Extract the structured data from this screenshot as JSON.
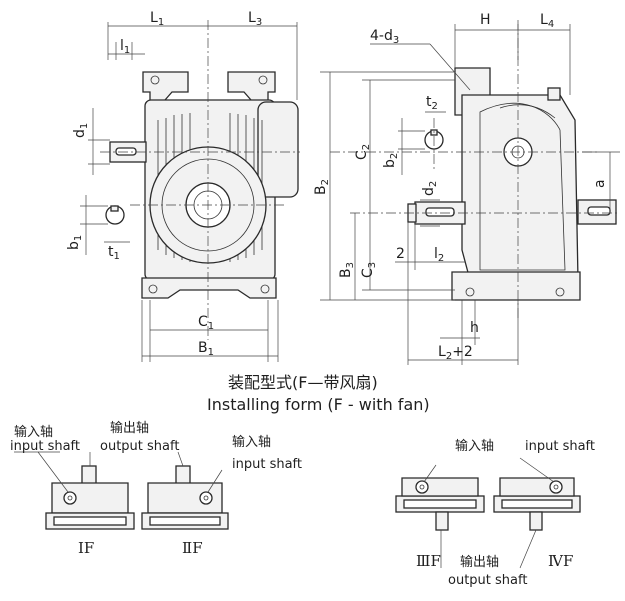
{
  "dimension_labels": {
    "L1": "L",
    "L1_sub": "1",
    "L3": "L",
    "L3_sub": "3",
    "l1": "l",
    "l1_sub": "1",
    "d1": "d",
    "d1_sub": "1",
    "b1": "b",
    "b1_sub": "1",
    "t1": "t",
    "t1_sub": "1",
    "C1": "C",
    "C1_sub": "1",
    "B1": "B",
    "B1_sub": "1",
    "B2": "B",
    "B2_sub": "2",
    "B3": "B",
    "B3_sub": "3",
    "C2": "C",
    "C2_sub": "2",
    "C3": "C",
    "C3_sub": "3",
    "b2": "b",
    "b2_sub": "2",
    "t2": "t",
    "t2_sub": "2",
    "d2": "d",
    "d2_sub": "2",
    "d3": "4-d",
    "d3_sub": "3",
    "H": "H",
    "L4": "L",
    "L4_sub": "4",
    "a": "a",
    "two": "2",
    "l2": "l",
    "l2_sub": "2",
    "h": "h",
    "L2p2": "L",
    "L2p2_sub": "2",
    "L2p2_suffix": "+2"
  },
  "caption": {
    "zh": "装配型式(F—带风扇)",
    "en": "Installing form  (F - with fan)"
  },
  "forms": [
    {
      "roman": "ⅠF"
    },
    {
      "roman": "ⅡF"
    },
    {
      "roman": "ⅢF"
    },
    {
      "roman": "ⅣF"
    }
  ],
  "labels": {
    "input_zh": "输入轴",
    "input_en": "input shaft",
    "output_zh": "输出轴",
    "output_en": "output shaft"
  }
}
